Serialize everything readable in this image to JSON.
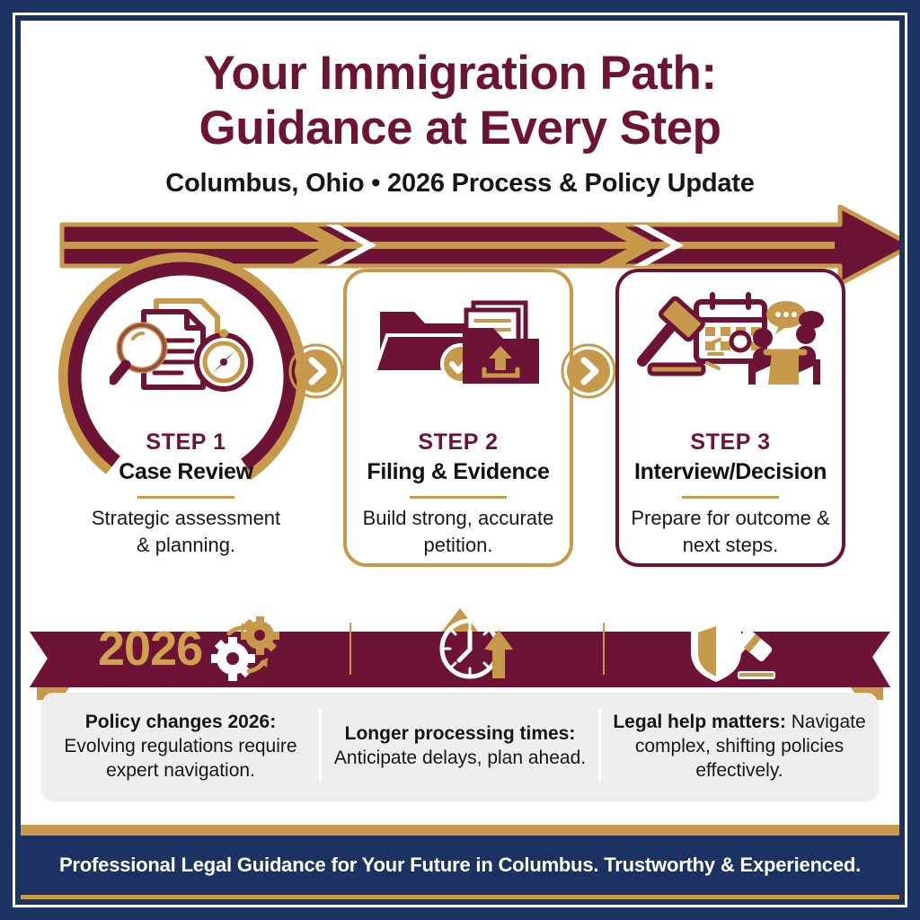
{
  "header": {
    "title_line1": "Your Immigration Path:",
    "title_line2": "Guidance at Every Step",
    "subtitle": "Columbus, Ohio • 2026 Process & Policy Update"
  },
  "steps": [
    {
      "label": "STEP 1",
      "title": "Case Review",
      "desc": "Strategic assessment & planning.",
      "icons": [
        "magnifier-icon",
        "document-icon",
        "compass-icon"
      ],
      "frame": "circle-ring"
    },
    {
      "label": "STEP 2",
      "title": "Filing & Evidence",
      "desc": "Build strong, accurate petition.",
      "icons": [
        "folder-check-icon",
        "folder-upload-icon"
      ],
      "frame": "gold-card"
    },
    {
      "label": "STEP 3",
      "title": "Interview/Decision",
      "desc": "Prepare for outcome & next steps.",
      "icons": [
        "gavel-icon",
        "calendar-icon",
        "interview-icon"
      ],
      "frame": "maroon-card"
    }
  ],
  "banner": {
    "year": "2026",
    "icons": [
      "gears-icon",
      "clock-arrow-icon",
      "shield-gavel-icon"
    ]
  },
  "facts": [
    {
      "bold": "Policy changes 2026:",
      "text": " Evolving regulations require expert navigation."
    },
    {
      "bold": "Longer processing times:",
      "text": " Anticipate delays, plan ahead."
    },
    {
      "bold": "Legal help matters:",
      "text": " Navigate complex, shifting policies effectively."
    }
  ],
  "footer": {
    "text": "Professional Legal Guidance for Your Future in Columbus. Trustworthy & Experienced."
  },
  "colors": {
    "maroon": "#6d1436",
    "gold": "#c79a4b",
    "navy": "#1b3263",
    "light_gray": "#eeeeee"
  }
}
